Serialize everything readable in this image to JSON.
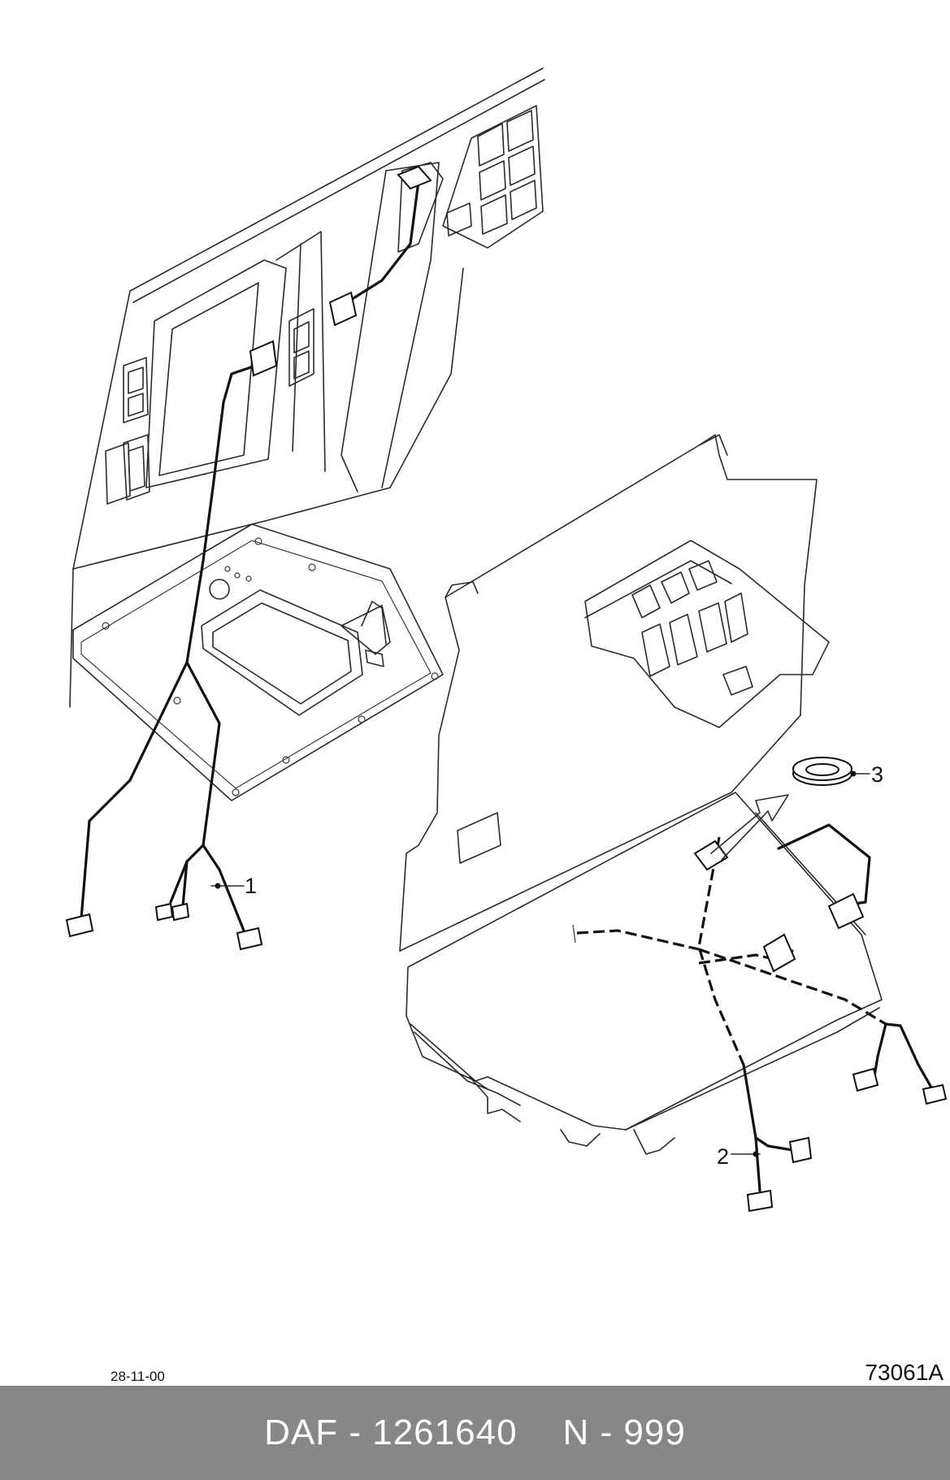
{
  "diagram": {
    "callouts": [
      {
        "id": "1",
        "label": "1"
      },
      {
        "id": "2",
        "label": "2"
      },
      {
        "id": "3",
        "label": "3"
      }
    ],
    "date_code": "28-11-00",
    "drawing_ref": "73061A"
  },
  "footer": {
    "part_number": "DAF - 1261640",
    "variant": "N - 999",
    "background": "#878787"
  }
}
